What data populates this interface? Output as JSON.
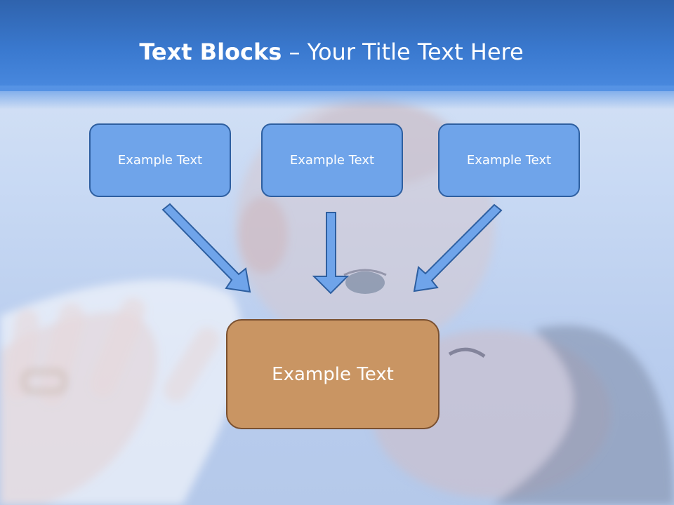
{
  "slide": {
    "title_bold": "Text Blocks",
    "title_dash": " – ",
    "title_rest": "Your Title Text Here"
  },
  "diagram": {
    "top_boxes": [
      {
        "label": "Example Text"
      },
      {
        "label": "Example Text"
      },
      {
        "label": "Example Text"
      }
    ],
    "center_box": {
      "label": "Example Text"
    }
  },
  "colors": {
    "header": "#3a79cf",
    "top_box_fill": "#6fa4ea",
    "top_box_border": "#2e5fa0",
    "center_box_fill": "#c99563",
    "center_box_border": "#7a5030",
    "arrow_fill": "#6fa4ea",
    "arrow_stroke": "#2e5fa0"
  }
}
